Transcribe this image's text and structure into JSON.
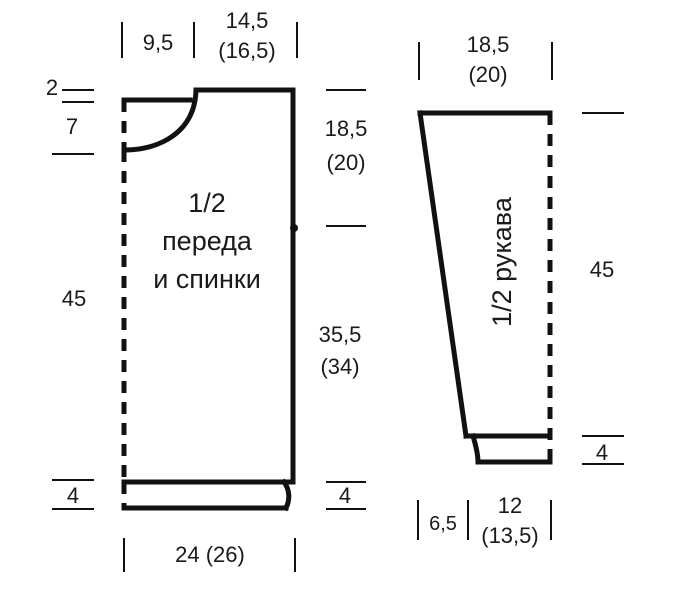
{
  "body_piece": {
    "label_line1": "1/2",
    "label_line2": "переда",
    "label_line3": "и спинки",
    "dims": {
      "shoulder_left": "9,5",
      "shoulder_right": "14,5",
      "shoulder_right_alt": "(16,5)",
      "neck_top": "2",
      "neck_depth": "7",
      "height": "45",
      "armhole": "18,5",
      "armhole_alt": "(20)",
      "side": "35,5",
      "side_alt": "(34)",
      "rib_left": "4",
      "rib_right": "4",
      "width": "24 (26)"
    }
  },
  "sleeve_piece": {
    "label": "1/2 рукава",
    "dims": {
      "top_width": "18,5",
      "top_width_alt": "(20)",
      "length": "45",
      "rib": "4",
      "cuff_left": "6,5",
      "cuff_right": "12",
      "cuff_right_alt": "(13,5)"
    }
  }
}
